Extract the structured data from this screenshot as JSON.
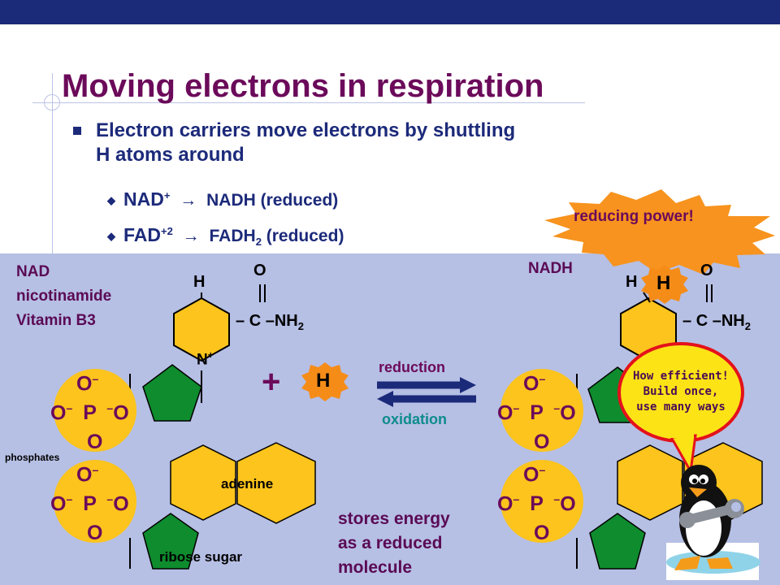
{
  "slide": {
    "title": "Moving electrons in respiration",
    "bullet": {
      "line1": "Electron carriers move electrons by shuttling",
      "line2": "H atoms around"
    },
    "sub1": {
      "left": "NAD",
      "left_sup": "+",
      "arrow": "→",
      "right": "NADH (reduced)"
    },
    "sub2": {
      "left": "FAD",
      "left_sup": "+2",
      "arrow": "→",
      "right": "FADH",
      "right_sub": "2",
      "right_tail": " (reduced)"
    },
    "burst_text": "reducing power!"
  },
  "diagram": {
    "nad_label": {
      "line1": "NAD",
      "line2": "nicotinamide",
      "line3": "Vitamin B3"
    },
    "nadh_label": "NADH",
    "phosphates_label": "phosphates",
    "adenine_label": "adenine",
    "ribose_label": "ribose sugar",
    "plus": "+",
    "h_atom": "H",
    "reduction": "reduction",
    "oxidation": "oxidation",
    "stores": {
      "line1": "stores energy",
      "line2": "as a reduced",
      "line3": "molecule"
    },
    "chem": {
      "H": "H",
      "O": "O",
      "C": "C",
      "NH": "NH",
      "sub2": "2",
      "N": "N",
      "plus_sup": "+",
      "P": "P",
      "minus": "–"
    },
    "speech": {
      "line1": "How efficient!",
      "line2": "Build once,",
      "line3": "use many ways"
    }
  },
  "colors": {
    "accent_navy": "#1c2a7a",
    "title_purple": "#6b0a5a",
    "panel_bg": "#b6bfe4",
    "label_purple": "#5a0a55",
    "hexagon": "#fcc41c",
    "pentagon": "#0e8c2e",
    "phosphate": "#fcc41c",
    "h_atom": "#f58c18",
    "burst": "#f7931e",
    "arrow_navy": "#1c2a7a",
    "speech_red": "#e4111a",
    "speech_fill": "#fbe316",
    "teal_text": "#0c8c8c"
  }
}
